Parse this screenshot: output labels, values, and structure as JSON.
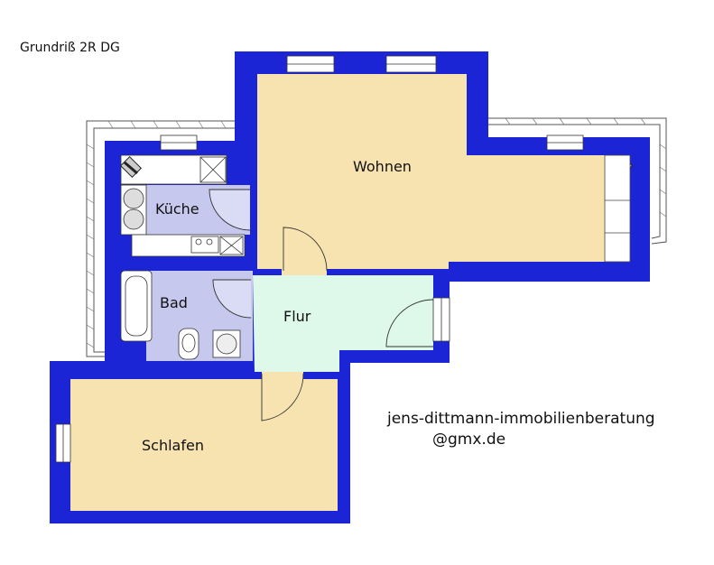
{
  "title": "Grundriß 2R DG",
  "rooms": {
    "wohnen": "Wohnen",
    "kueche": "Küche",
    "bad": "Bad",
    "flur": "Flur",
    "schlafen": "Schlafen"
  },
  "contact": {
    "line1": "jens-dittmann-immobilienberatung",
    "line2": "@gmx.de"
  },
  "colors": {
    "wall": "#1c25d6",
    "living": "#f7e3b0",
    "wet": "#c7c8ee",
    "hall": "#def8ea",
    "terrace_line": "#555555"
  }
}
